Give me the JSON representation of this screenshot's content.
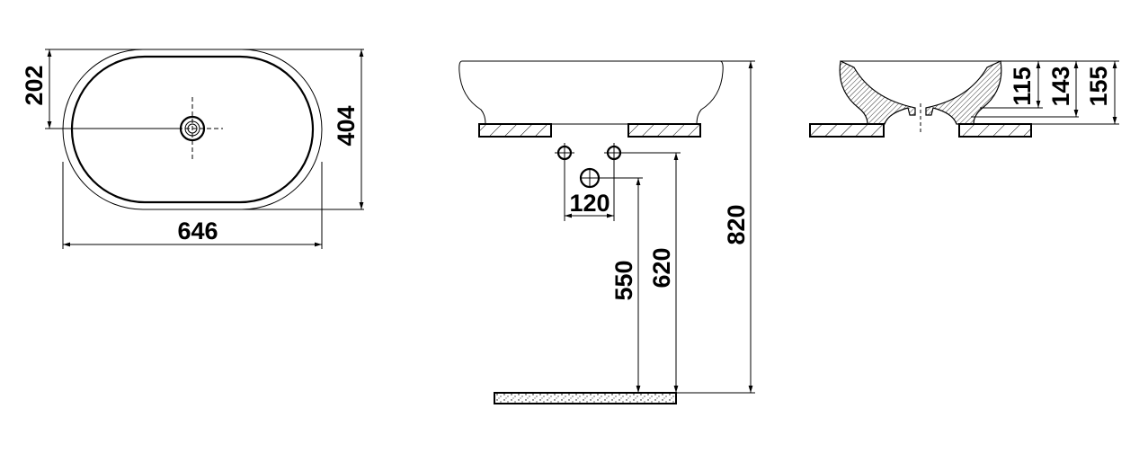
{
  "top_view": {
    "width_label": "646",
    "depth_label": "404",
    "drain_offset_label": "202"
  },
  "side_view": {
    "pipe_spacing_label": "120",
    "drain_height_label": "550",
    "supply_height_label": "620",
    "counter_height_label": "820"
  },
  "section_view": {
    "inner_depth_label": "115",
    "drain_depth_label": "143",
    "total_height_label": "155"
  }
}
